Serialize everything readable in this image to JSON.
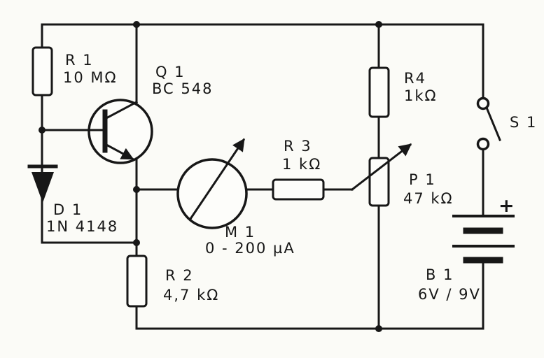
{
  "diagram": {
    "type": "circuit-schematic",
    "colors": {
      "ink": "#171717",
      "paper": "#fbfbf7"
    },
    "components": {
      "r1": {
        "ref": "R 1",
        "value": "10 MΩ"
      },
      "q1": {
        "ref": "Q 1",
        "value": "BC 548"
      },
      "d1": {
        "ref": "D 1",
        "value": "1N 4148"
      },
      "r2": {
        "ref": "R 2",
        "value": "4,7 kΩ"
      },
      "m1": {
        "ref": "M 1",
        "value": "0 - 200 µA"
      },
      "r3": {
        "ref": "R 3",
        "value": "1 kΩ"
      },
      "r4": {
        "ref": "R4",
        "value": "1kΩ"
      },
      "p1": {
        "ref": "P 1",
        "value": "47 kΩ"
      },
      "s1": {
        "ref": "S 1"
      },
      "b1": {
        "ref": "B 1",
        "value": "6V / 9V",
        "polarity_label": "+"
      }
    }
  }
}
